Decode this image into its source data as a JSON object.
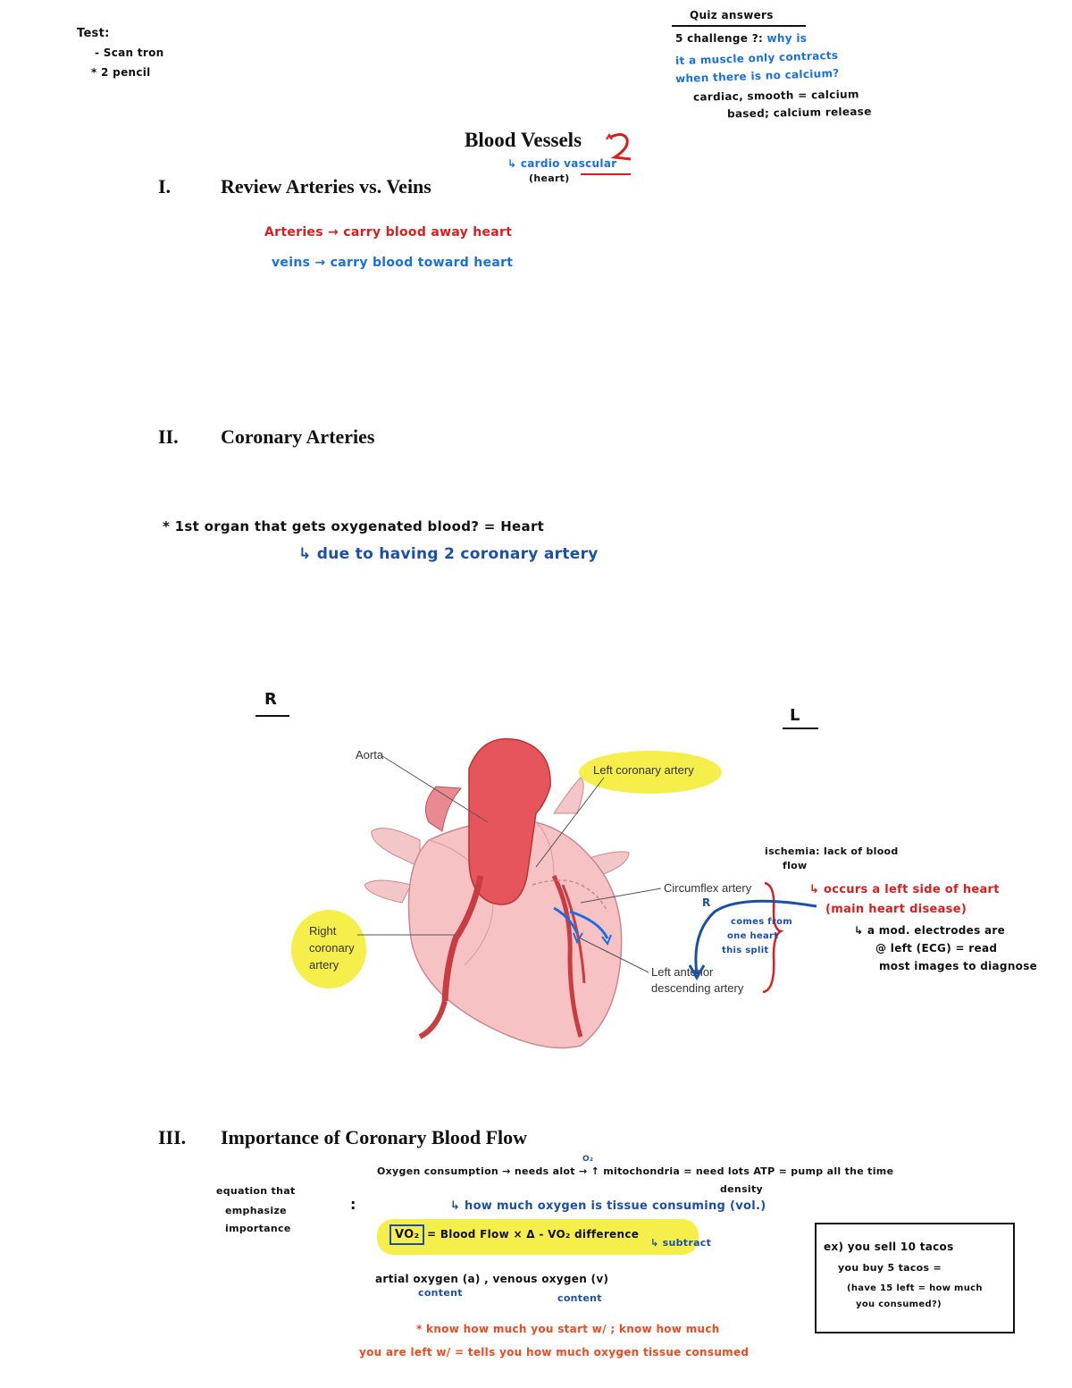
{
  "top_left_notes": {
    "heading": "Test:",
    "items": [
      "- Scan tron",
      "* 2 pencil"
    ]
  },
  "top_right_notes": {
    "heading": "Quiz answers",
    "line1_black": "5 challenge ?:",
    "line1_blue": "why is",
    "line2_blue": "it a muscle only contracts",
    "line3_blue": "when there is no calcium?",
    "line4": "cardiac, smooth = calcium",
    "line5": "based; calcium release"
  },
  "doc_title": "Blood Vessels",
  "title_note": {
    "arrow_text": "↳ cardio vascular",
    "sub": "(heart)"
  },
  "section1": {
    "num": "I.",
    "title": "Review Arteries vs. Veins",
    "arteries_note": "Arteries → carry blood away heart",
    "veins_note": "veins → carry blood toward heart"
  },
  "section2": {
    "num": "II.",
    "title": "Coronary Arteries",
    "note1": "* 1st organ that gets oxygenated blood? = Heart",
    "note2": "↳ due to having 2 coronary artery"
  },
  "diagram": {
    "right_marker": "R",
    "left_marker": "L",
    "labels": {
      "aorta": "Aorta",
      "left_coronary": "Left coronary artery",
      "right_coronary": [
        "Right",
        "coronary",
        "artery"
      ],
      "circumflex": "Circumflex artery",
      "lad": [
        "Left anterior",
        "descending artery"
      ]
    },
    "annotations": {
      "ischemia": [
        "ischemia: lack of blood",
        "flow"
      ],
      "red1": "↳ occurs a left side of heart",
      "red2": "(main heart disease)",
      "black1": "↳ a mod. electrodes are",
      "black2": "@ left (ECG) = read",
      "black3": "most images to diagnose",
      "blue_r": "R",
      "blue_loop": [
        "comes from",
        "one heart",
        "this split"
      ]
    }
  },
  "section3": {
    "num": "III.",
    "title": "Importance of Coronary Blood Flow",
    "left_note": [
      "equation that",
      "emphasize",
      "importance"
    ],
    "colon": ":",
    "o2_sup": "O₂",
    "oxygen_line": "Oxygen consumption → needs alot → ↑ mitochondria = need lots ATP = pump all the time",
    "density": "density",
    "how_much": "↳ how much oxygen is tissue consuming (vol.)",
    "equation_box": "VO₂",
    "equation_rest": "= Blood Flow × Δ - VO₂  difference",
    "subtract": "↳ subtract",
    "arterial": "artial oxygen (a) , venous  oxygen (v)",
    "content1": "content",
    "content2": "content",
    "orange1": "* know how much you start w/ ;  know how much",
    "orange2": "you are left w/  =  tells you how much oxygen tissue consumed",
    "box_lines": [
      "ex) you sell 10 tacos",
      "you buy 5 tacos =",
      "(have 15 left = how much",
      "you consumed?)"
    ]
  }
}
